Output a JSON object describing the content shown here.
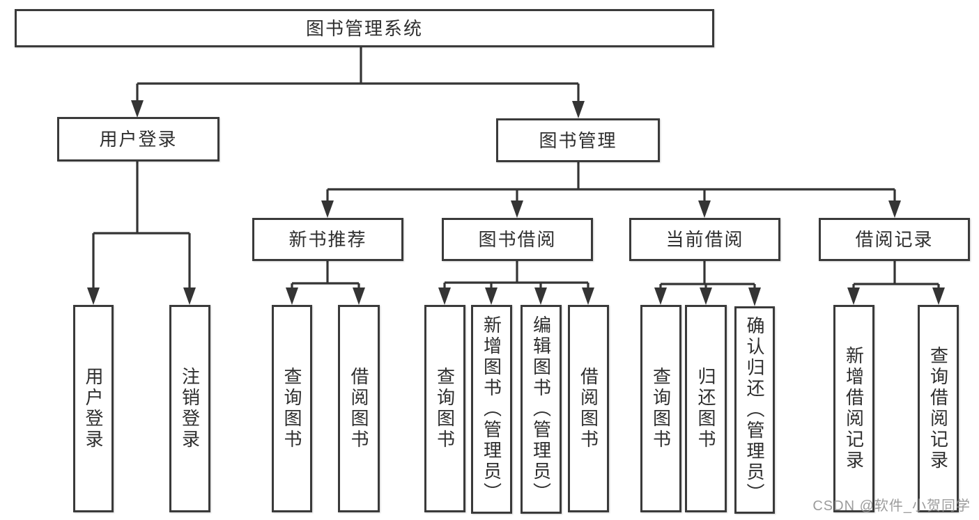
{
  "diagram": {
    "title_node": "图书管理系统",
    "nodes": {
      "root": {
        "label": "图书管理系统"
      },
      "user_login": {
        "label": "用户登录"
      },
      "book_mgmt": {
        "label": "图书管理"
      },
      "new_books": {
        "label": "新书推荐"
      },
      "book_borrow": {
        "label": "图书借阅"
      },
      "current_borrow": {
        "label": "当前借阅"
      },
      "borrow_records": {
        "label": "借阅记录"
      },
      "leaf_user_login": {
        "label": "用户登录"
      },
      "leaf_logout": {
        "label": "注销登录"
      },
      "leaf_query_books_1": {
        "label": "查询图书"
      },
      "leaf_borrow_books_1": {
        "label": "借阅图书"
      },
      "leaf_query_books_2": {
        "label": "查询图书"
      },
      "leaf_add_books": {
        "label": "新增图书（管理员）"
      },
      "leaf_edit_books": {
        "label": "编辑图书（管理员）"
      },
      "leaf_borrow_books_2": {
        "label": "借阅图书"
      },
      "leaf_query_books_3": {
        "label": "查询图书"
      },
      "leaf_return_books": {
        "label": "归还图书"
      },
      "leaf_confirm_return": {
        "label": "确认归还（管理员）"
      },
      "leaf_add_record": {
        "label": "新增借阅记录"
      },
      "leaf_query_record": {
        "label": "查询借阅记录"
      }
    },
    "hierarchy": {
      "root": [
        "user_login",
        "book_mgmt"
      ],
      "user_login": [
        "leaf_user_login",
        "leaf_logout"
      ],
      "book_mgmt": [
        "new_books",
        "book_borrow",
        "current_borrow",
        "borrow_records"
      ],
      "new_books": [
        "leaf_query_books_1",
        "leaf_borrow_books_1"
      ],
      "book_borrow": [
        "leaf_query_books_2",
        "leaf_add_books",
        "leaf_edit_books",
        "leaf_borrow_books_2"
      ],
      "current_borrow": [
        "leaf_query_books_3",
        "leaf_return_books",
        "leaf_confirm_return"
      ],
      "borrow_records": [
        "leaf_add_record",
        "leaf_query_record"
      ]
    },
    "colors": {
      "line": "#343434",
      "box_border": "#3a3a3a",
      "box_background": "#ffffff",
      "text": "#2e2e2e",
      "watermark": "#949494"
    }
  },
  "watermark": {
    "text": "CSDN @软件_小贺同学"
  }
}
